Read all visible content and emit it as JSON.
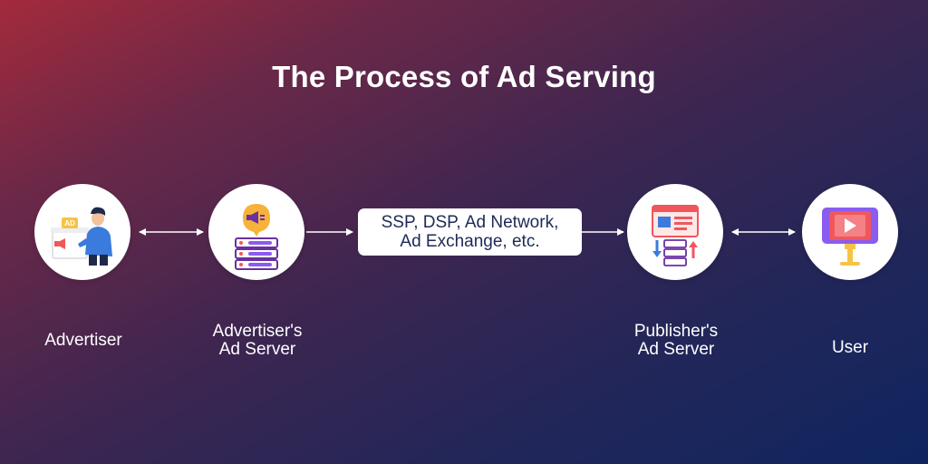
{
  "title": "The Process of Ad Serving",
  "nodes": [
    {
      "label_lines": [
        "Advertiser"
      ],
      "icon": "advertiser-person-icon"
    },
    {
      "label_lines": [
        "Advertiser's",
        "Ad Server"
      ],
      "icon": "megaphone-server-icon"
    },
    {
      "label_lines": [
        "Publisher's",
        "Ad Server"
      ],
      "icon": "browser-server-icon"
    },
    {
      "label_lines": [
        "User"
      ],
      "icon": "video-player-icon"
    }
  ],
  "middle_box": {
    "lines": [
      "SSP, DSP, Ad Network,",
      "Ad Exchange, etc."
    ]
  },
  "icon_texts": {
    "ad_badge": "AD"
  },
  "colors": {
    "white": "#ffffff",
    "orange": "#f5a623",
    "yellow": "#f6c443",
    "purple": "#6a2fa0",
    "red": "#f0575c",
    "blue": "#2f6fd6",
    "violet": "#8a5cf0",
    "dark_text": "#1d2a55"
  }
}
